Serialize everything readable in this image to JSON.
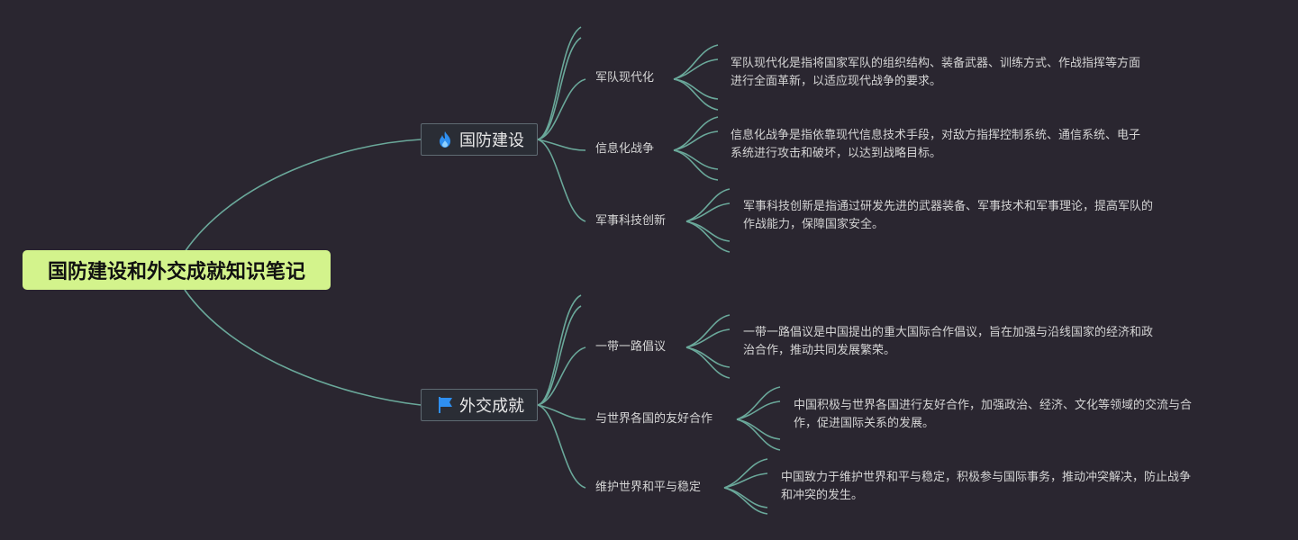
{
  "root": {
    "title": "国防建设和外交成就知识笔记"
  },
  "branches": [
    {
      "label": "国防建设",
      "icon": "fire-icon",
      "icon_color": "#2f8ff0",
      "topics": [
        {
          "label": "军队现代化",
          "lines": [
            "军队现代化是指将国家军队的组织结构、装备武器、训练方式、作战指挥等方面",
            "进行全面革新，以适应现代战争的要求。"
          ]
        },
        {
          "label": "信息化战争",
          "lines": [
            "信息化战争是指依靠现代信息技术手段，对敌方指挥控制系统、通信系统、电子",
            "系统进行攻击和破坏，以达到战略目标。"
          ]
        },
        {
          "label": "军事科技创新",
          "lines": [
            "军事科技创新是指通过研发先进的武器装备、军事技术和军事理论，提高军队的",
            "作战能力，保障国家安全。"
          ]
        }
      ]
    },
    {
      "label": "外交成就",
      "icon": "flag-icon",
      "icon_color": "#2f8ff0",
      "topics": [
        {
          "label": "一带一路倡议",
          "lines": [
            "一带一路倡议是中国提出的重大国际合作倡议，旨在加强与沿线国家的经济和政",
            "治合作，推动共同发展繁荣。"
          ]
        },
        {
          "label": "与世界各国的友好合作",
          "lines": [
            "中国积极与世界各国进行友好合作，加强政治、经济、文化等领域的交流与合",
            "作，促进国际关系的发展。"
          ]
        },
        {
          "label": "维护世界和平与稳定",
          "lines": [
            "中国致力于维护世界和平与稳定，积极参与国际事务，推动冲突解决，防止战争",
            "和冲突的发生。"
          ]
        }
      ]
    }
  ],
  "colors": {
    "background": "#2a2630",
    "link": "#6aa89a",
    "root_fill": "#d3f38c"
  }
}
